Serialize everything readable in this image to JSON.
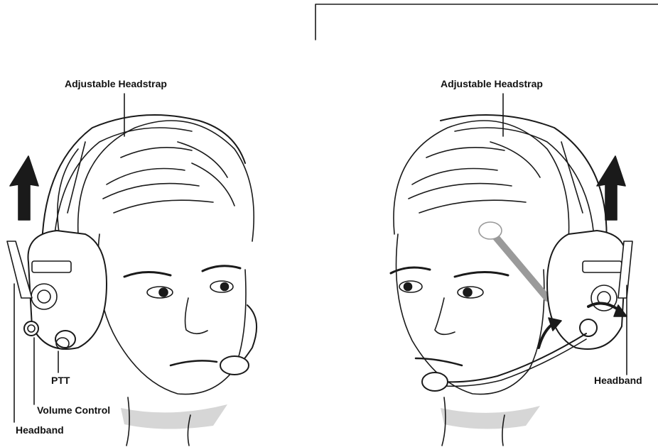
{
  "colors": {
    "ink": "#1a1a1a",
    "shade": "#d6d6d6",
    "mic_ghost": "#9a9a9a",
    "paper": "#ffffff"
  },
  "icons": [
    "up-arrow-icon",
    "rotate-arrow-icon"
  ],
  "left_view": {
    "headstrap_label": "Adjustable Headstrap",
    "ptt_label": "PTT",
    "volume_label": "Volume Control",
    "headband_label": "Headband"
  },
  "right_view": {
    "headstrap_label": "Adjustable Headstrap",
    "headband_label": "Headband"
  }
}
